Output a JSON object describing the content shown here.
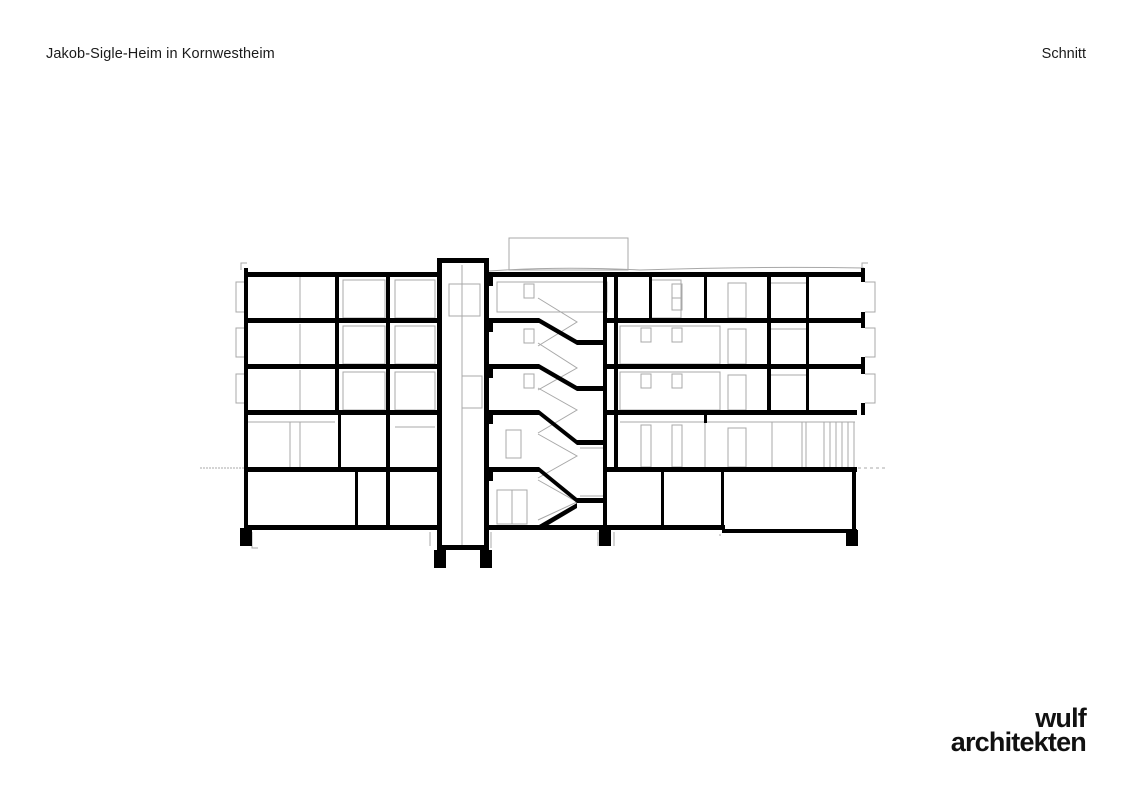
{
  "header": {
    "project_title": "Jakob-Sigle-Heim in Kornwestheim",
    "drawing_type": "Schnitt"
  },
  "logo": {
    "line1": "wulf",
    "line2": "architekten"
  },
  "drawing": {
    "description": "Building cross-section with central elevator shaft and staircase, five levels",
    "colors": {
      "cut_lines": "#000000",
      "view_lines": "#a0a0a0",
      "background": "#ffffff"
    }
  }
}
